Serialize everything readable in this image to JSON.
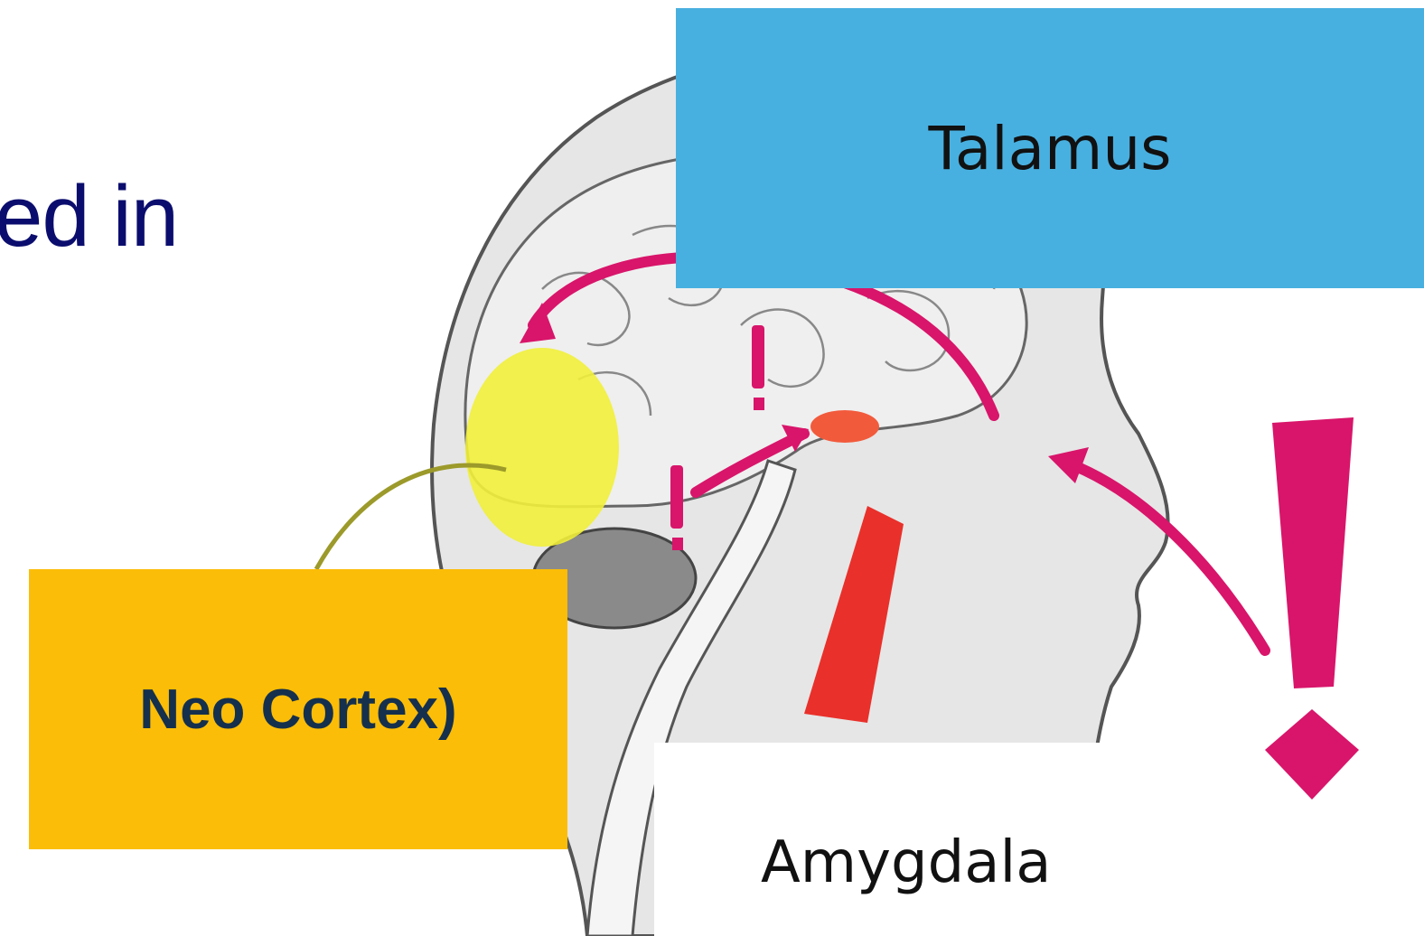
{
  "slide": {
    "fragment_text": "ed in"
  },
  "labels": {
    "talamus": "Talamus",
    "neo_cortex": "Neo Cortex)",
    "amygdala": "Amygdala"
  },
  "colors": {
    "talamus_box": "#48b0e0",
    "neo_cortex_box": "#fbbd07",
    "title_text": "#0b0d6e",
    "arrow": "#d8156a",
    "amygdala_spot": "#f25a3c",
    "cortex_glow": "#f1f03a"
  }
}
